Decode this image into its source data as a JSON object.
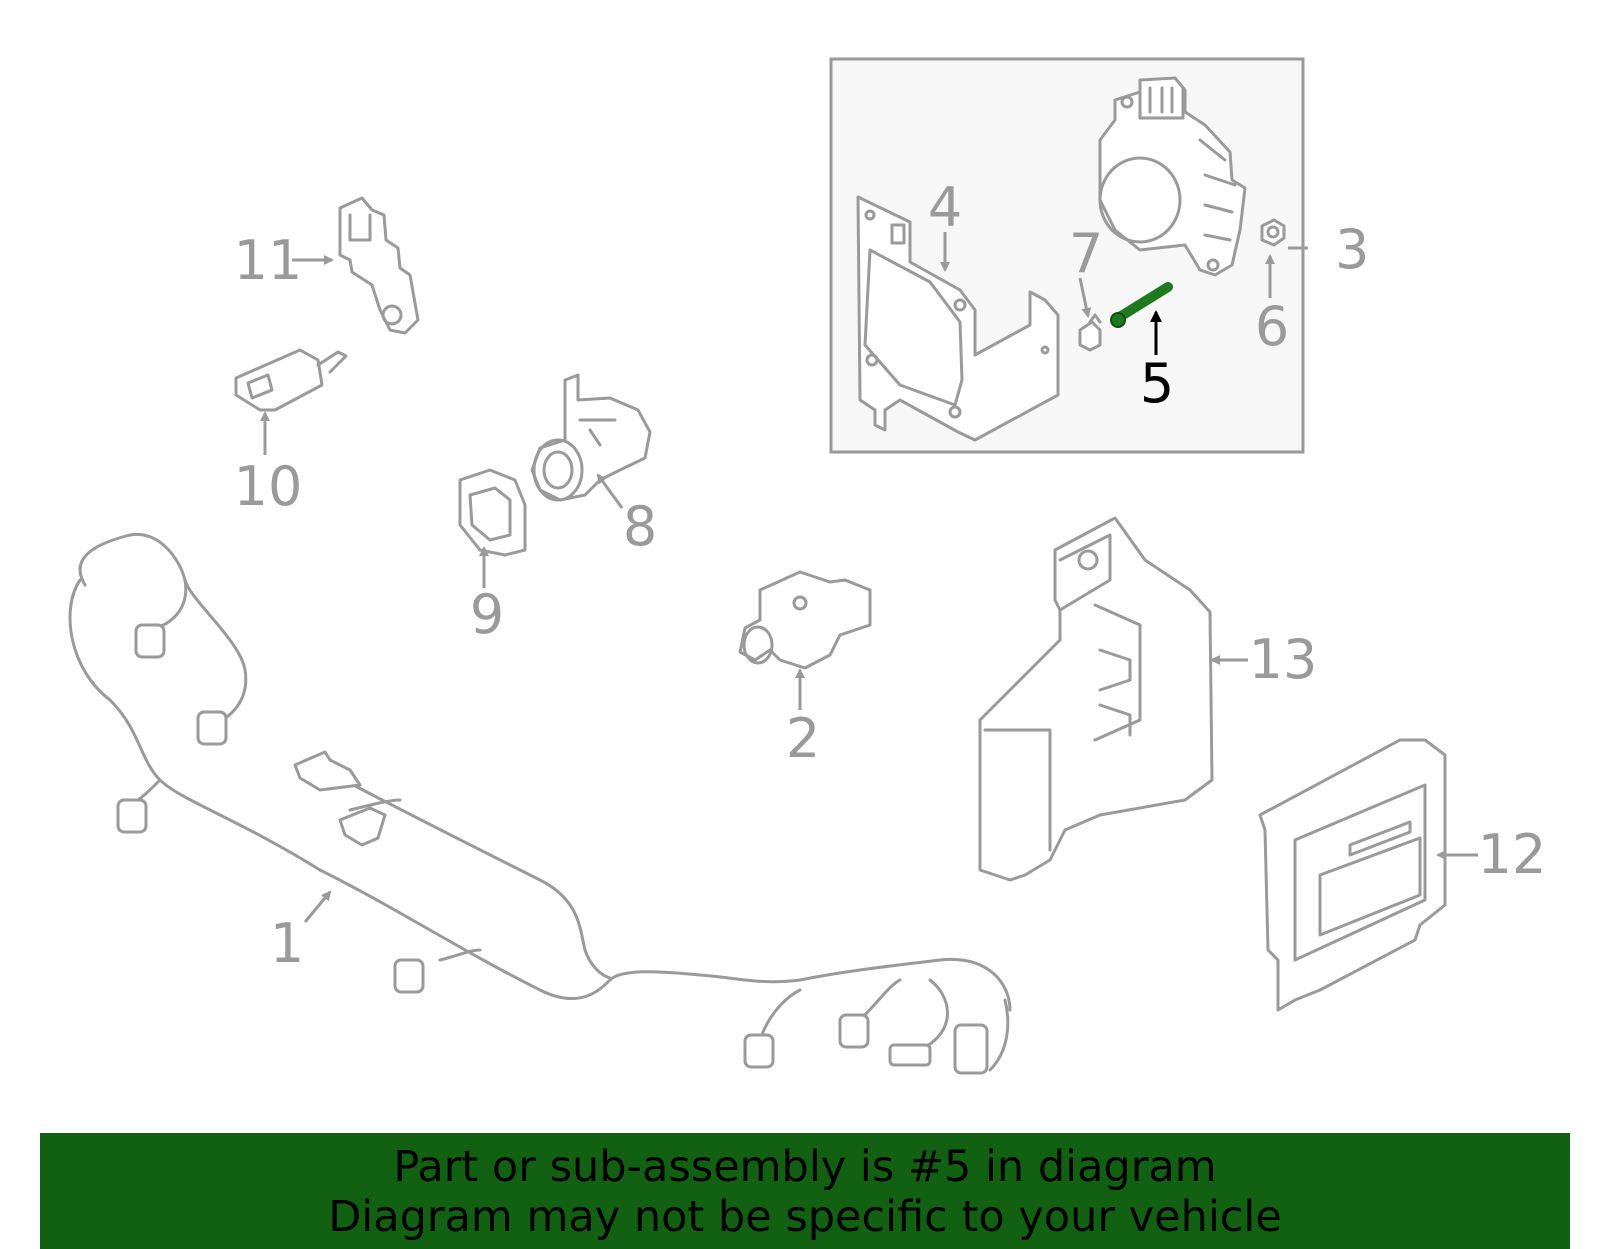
{
  "callouts": {
    "c1": "1",
    "c2": "2",
    "c3": "3",
    "c4": "4",
    "c5": "5",
    "c6": "6",
    "c7": "7",
    "c8": "8",
    "c9": "9",
    "c10": "10",
    "c11": "11",
    "c12": "12",
    "c13": "13"
  },
  "highlighted_part": "5",
  "colors": {
    "line": "#9a9a9a",
    "highlight_part": "#1f7a1f",
    "banner_bg": "#126112",
    "subassembly_box": "#f7f7f7"
  },
  "banner": {
    "line1": "Part or sub-assembly is #5 in diagram",
    "line2": "Diagram may not be specific to your vehicle"
  }
}
